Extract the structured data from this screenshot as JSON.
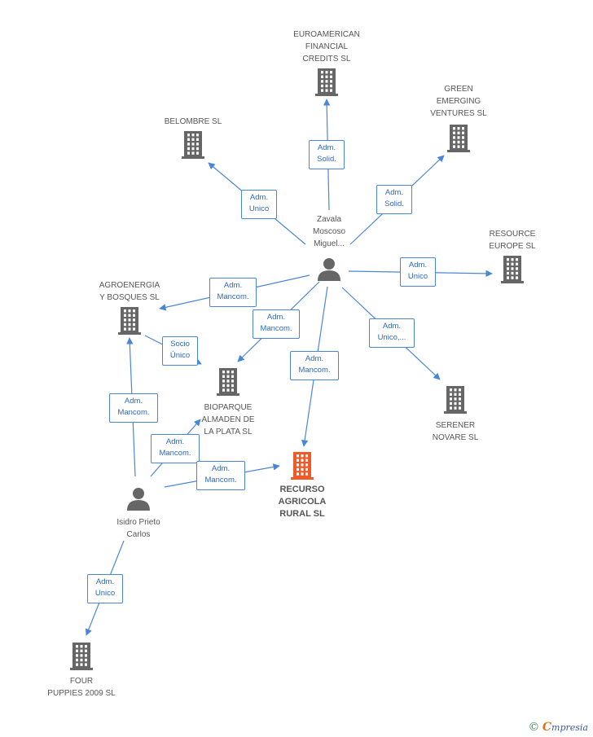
{
  "colors": {
    "edge": "#4a86d8",
    "building": "#666666",
    "building_focus": "#f05a28",
    "person": "#666666"
  },
  "nodes": [
    {
      "id": "euroamerican",
      "kind": "building",
      "label": "EUROAMERICAN\nFINANCIAL\nCREDITS SL"
    },
    {
      "id": "green",
      "kind": "building",
      "label": "GREEN\nEMERGING\nVENTURES SL"
    },
    {
      "id": "belombre",
      "kind": "building",
      "label": "BELOMBRE SL"
    },
    {
      "id": "resource",
      "kind": "building",
      "label": "RESOURCE\nEUROPE SL"
    },
    {
      "id": "agroenergia",
      "kind": "building",
      "label": "AGROENERGIA\nY BOSQUES SL"
    },
    {
      "id": "bioparque",
      "kind": "building",
      "label": "BIOPARQUE\nALMADEN DE\nLA PLATA SL"
    },
    {
      "id": "serener",
      "kind": "building",
      "label": "SERENER\nNOVARE  SL"
    },
    {
      "id": "recurso",
      "kind": "building",
      "focus": true,
      "label": "RECURSO\nAGRICOLA\nRURAL SL"
    },
    {
      "id": "four",
      "kind": "building",
      "label": "FOUR\nPUPPIES 2009 SL"
    },
    {
      "id": "zavala",
      "kind": "person",
      "label": "Zavala\nMoscoso\nMiguel..."
    },
    {
      "id": "isidro",
      "kind": "person",
      "label": "Isidro Prieto\nCarlos"
    }
  ],
  "edges": [
    {
      "id": "e1",
      "from": "zavala",
      "to": "euroamerican",
      "label": "Adm.\nSolid."
    },
    {
      "id": "e2",
      "from": "zavala",
      "to": "green",
      "label": "Adm.\nSolid."
    },
    {
      "id": "e3",
      "from": "zavala",
      "to": "belombre",
      "label": "Adm.\nUnico"
    },
    {
      "id": "e4",
      "from": "zavala",
      "to": "resource",
      "label": "Adm.\nUnico"
    },
    {
      "id": "e5",
      "from": "zavala",
      "to": "agroenergia",
      "label": "Adm.\nMancom."
    },
    {
      "id": "e6",
      "from": "zavala",
      "to": "bioparque",
      "label": "Adm.\nMancom."
    },
    {
      "id": "e7",
      "from": "zavala",
      "to": "recurso",
      "label": "Adm.\nMancom."
    },
    {
      "id": "e8",
      "from": "zavala",
      "to": "serener",
      "label": "Adm.\nUnico,..."
    },
    {
      "id": "e9",
      "from": "agroenergia",
      "to": "bioparque",
      "label": "Socio\nÚnico"
    },
    {
      "id": "e10",
      "from": "isidro",
      "to": "agroenergia",
      "label": "Adm.\nMancom."
    },
    {
      "id": "e11",
      "from": "isidro",
      "to": "bioparque",
      "label": "Adm.\nMancom."
    },
    {
      "id": "e12",
      "from": "isidro",
      "to": "recurso",
      "label": "Adm.\nMancom."
    },
    {
      "id": "e13",
      "from": "isidro",
      "to": "four",
      "label": "Adm.\nUnico"
    }
  ],
  "watermark": {
    "copyright": "©",
    "brand_first": "C",
    "brand_rest": "mpresia"
  }
}
